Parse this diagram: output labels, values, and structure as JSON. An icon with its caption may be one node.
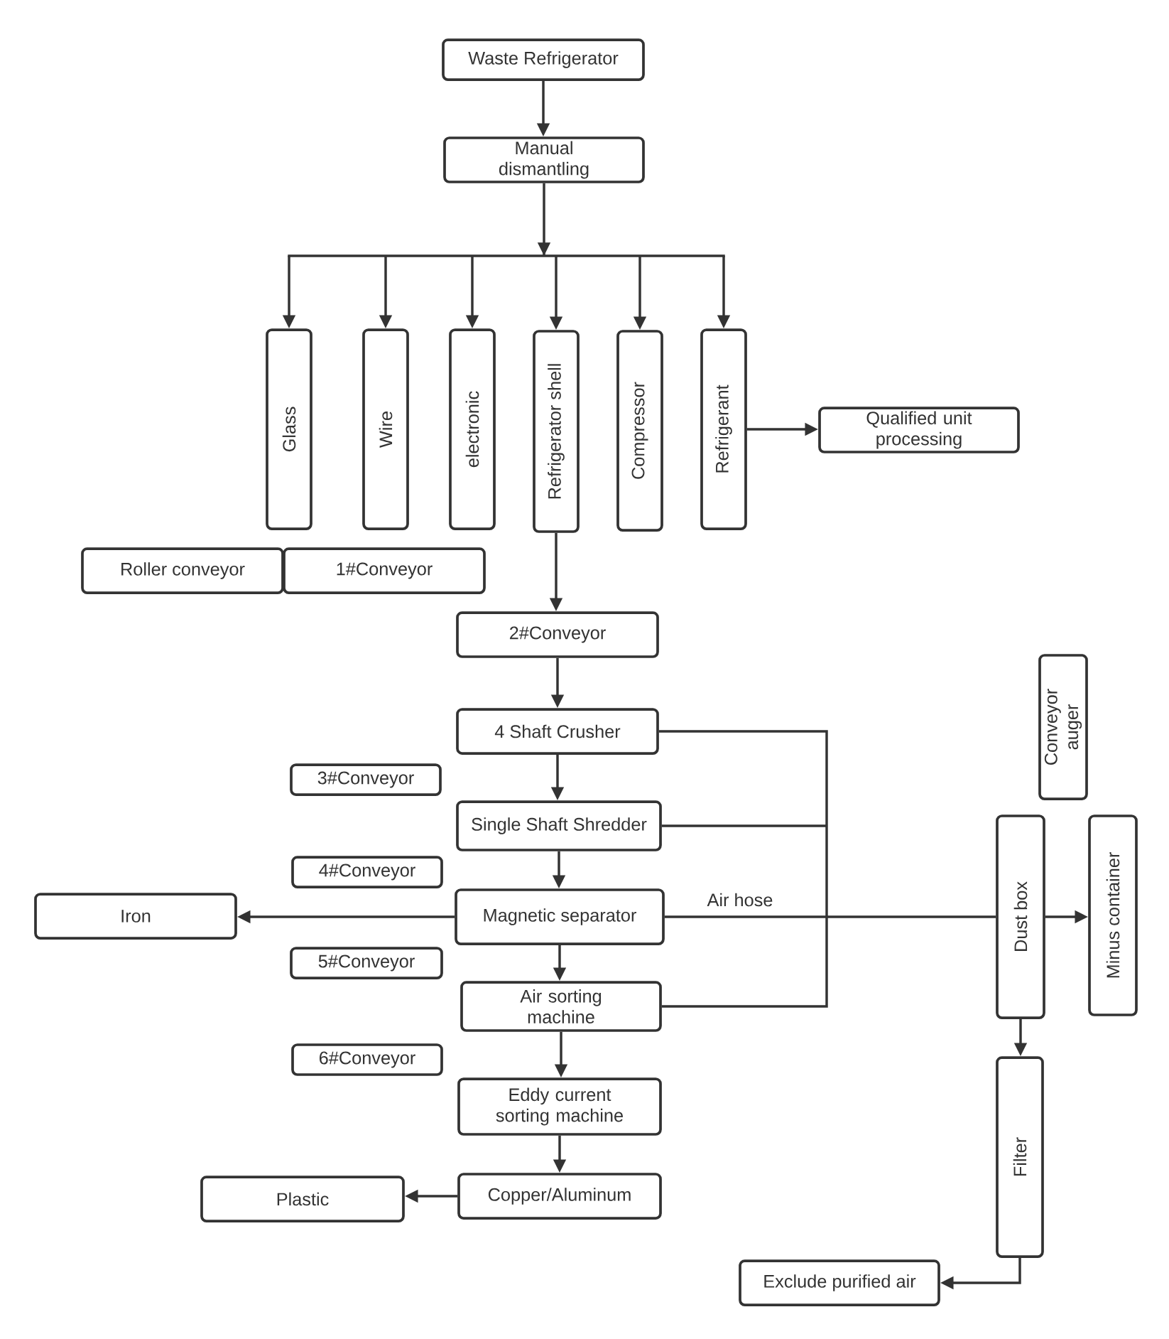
{
  "diagram": {
    "nodes": [
      {
        "text": [
          "Waste Refrigerator"
        ]
      },
      {
        "text": [
          "Manual dismantling"
        ]
      },
      {
        "text": [
          "Glass"
        ]
      },
      {
        "text": [
          "Wire"
        ]
      },
      {
        "text": [
          "electronic"
        ]
      },
      {
        "text": [
          "Refrigerator shell"
        ]
      },
      {
        "text": [
          "Compressor"
        ]
      },
      {
        "text": [
          "Refrigerant"
        ]
      },
      {
        "text": [
          "Qualified unit processing"
        ]
      },
      {
        "text": [
          "Roller conveyor"
        ]
      },
      {
        "text": [
          "1#Conveyor"
        ]
      },
      {
        "text": [
          "2#Conveyor"
        ]
      },
      {
        "text": [
          "Conveyor auger"
        ]
      },
      {
        "text": [
          "4 Shaft Crusher"
        ]
      },
      {
        "text": [
          "3#Conveyor"
        ]
      },
      {
        "text": [
          "Single Shaft Shredder"
        ]
      },
      {
        "text": [
          "4#Conveyor"
        ]
      },
      {
        "text": [
          "Iron"
        ]
      },
      {
        "text": [
          "Magnetic separator"
        ]
      },
      {
        "text": [
          "Dust box"
        ]
      },
      {
        "text": [
          "Minus container"
        ]
      },
      {
        "text": [
          "5#Conveyor"
        ]
      },
      {
        "text": [
          "Air sorting machine"
        ]
      },
      {
        "text": [
          "6#Conveyor"
        ]
      },
      {
        "text": [
          "Eddy current sorting machine"
        ]
      },
      {
        "text": [
          "Filter"
        ]
      },
      {
        "text": [
          "Plastic"
        ]
      },
      {
        "text": [
          "Copper/Aluminum"
        ]
      },
      {
        "text": [
          "Exclude purified air"
        ]
      }
    ],
    "edges": [
      {
        "from": 0,
        "to": 1,
        "arrow": "to"
      },
      {
        "from": 1,
        "to": 2,
        "arrow": "to"
      },
      {
        "from": 1,
        "to": 3,
        "arrow": "to"
      },
      {
        "from": 1,
        "to": 4,
        "arrow": "to"
      },
      {
        "from": 1,
        "to": 5,
        "arrow": "to"
      },
      {
        "from": 1,
        "to": 6,
        "arrow": "to"
      },
      {
        "from": 1,
        "to": 7,
        "arrow": "to"
      },
      {
        "from": 7,
        "to": 8,
        "arrow": "to"
      },
      {
        "from": 5,
        "to": 11,
        "arrow": "to"
      },
      {
        "from": 11,
        "to": 13,
        "arrow": "to"
      },
      {
        "from": 13,
        "to": 15,
        "arrow": "to"
      },
      {
        "from": 15,
        "to": 18,
        "arrow": "to"
      },
      {
        "from": 18,
        "to": 17,
        "arrow": "to"
      },
      {
        "from": 18,
        "to": 22,
        "arrow": "to"
      },
      {
        "from": 22,
        "to": 24,
        "arrow": "to"
      },
      {
        "from": 24,
        "to": 27,
        "arrow": "to"
      },
      {
        "from": 27,
        "to": 26,
        "arrow": "to"
      },
      {
        "from": 13,
        "to": 19,
        "arrow": "none"
      },
      {
        "from": 15,
        "to": 19,
        "arrow": "none"
      },
      {
        "from": 18,
        "to": 19,
        "arrow": "none",
        "label": "Air hose"
      },
      {
        "from": 22,
        "to": 19,
        "arrow": "none"
      },
      {
        "from": 19,
        "to": 20,
        "arrow": "to"
      },
      {
        "from": 19,
        "to": 25,
        "arrow": "to"
      },
      {
        "from": 25,
        "to": 28,
        "arrow": "to"
      }
    ]
  }
}
